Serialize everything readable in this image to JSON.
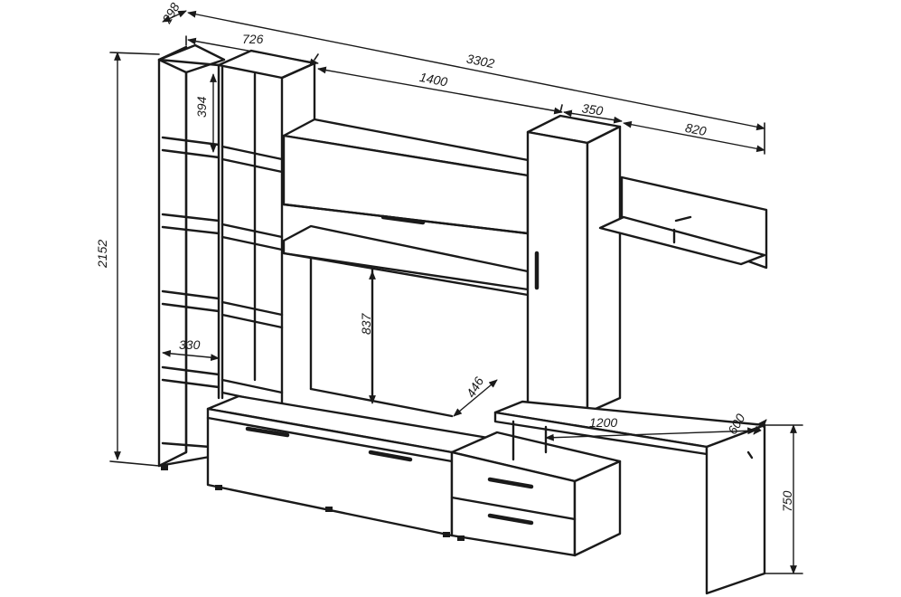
{
  "dimensions": {
    "depth_left_unit": "298",
    "width_two_racks": "726",
    "overall_length": "3302",
    "middle_section": "1400",
    "tall_cabinet_width": "350",
    "right_shelf_width": "820",
    "overall_height": "2152",
    "shelf_spacing": "394",
    "rack_inner_depth": "330",
    "tv_niche_height": "837",
    "drawer_unit_depth": "446",
    "desk_length": "1200",
    "desk_depth": "600",
    "desk_height": "750"
  },
  "arrow_color": "#1a1a1a"
}
